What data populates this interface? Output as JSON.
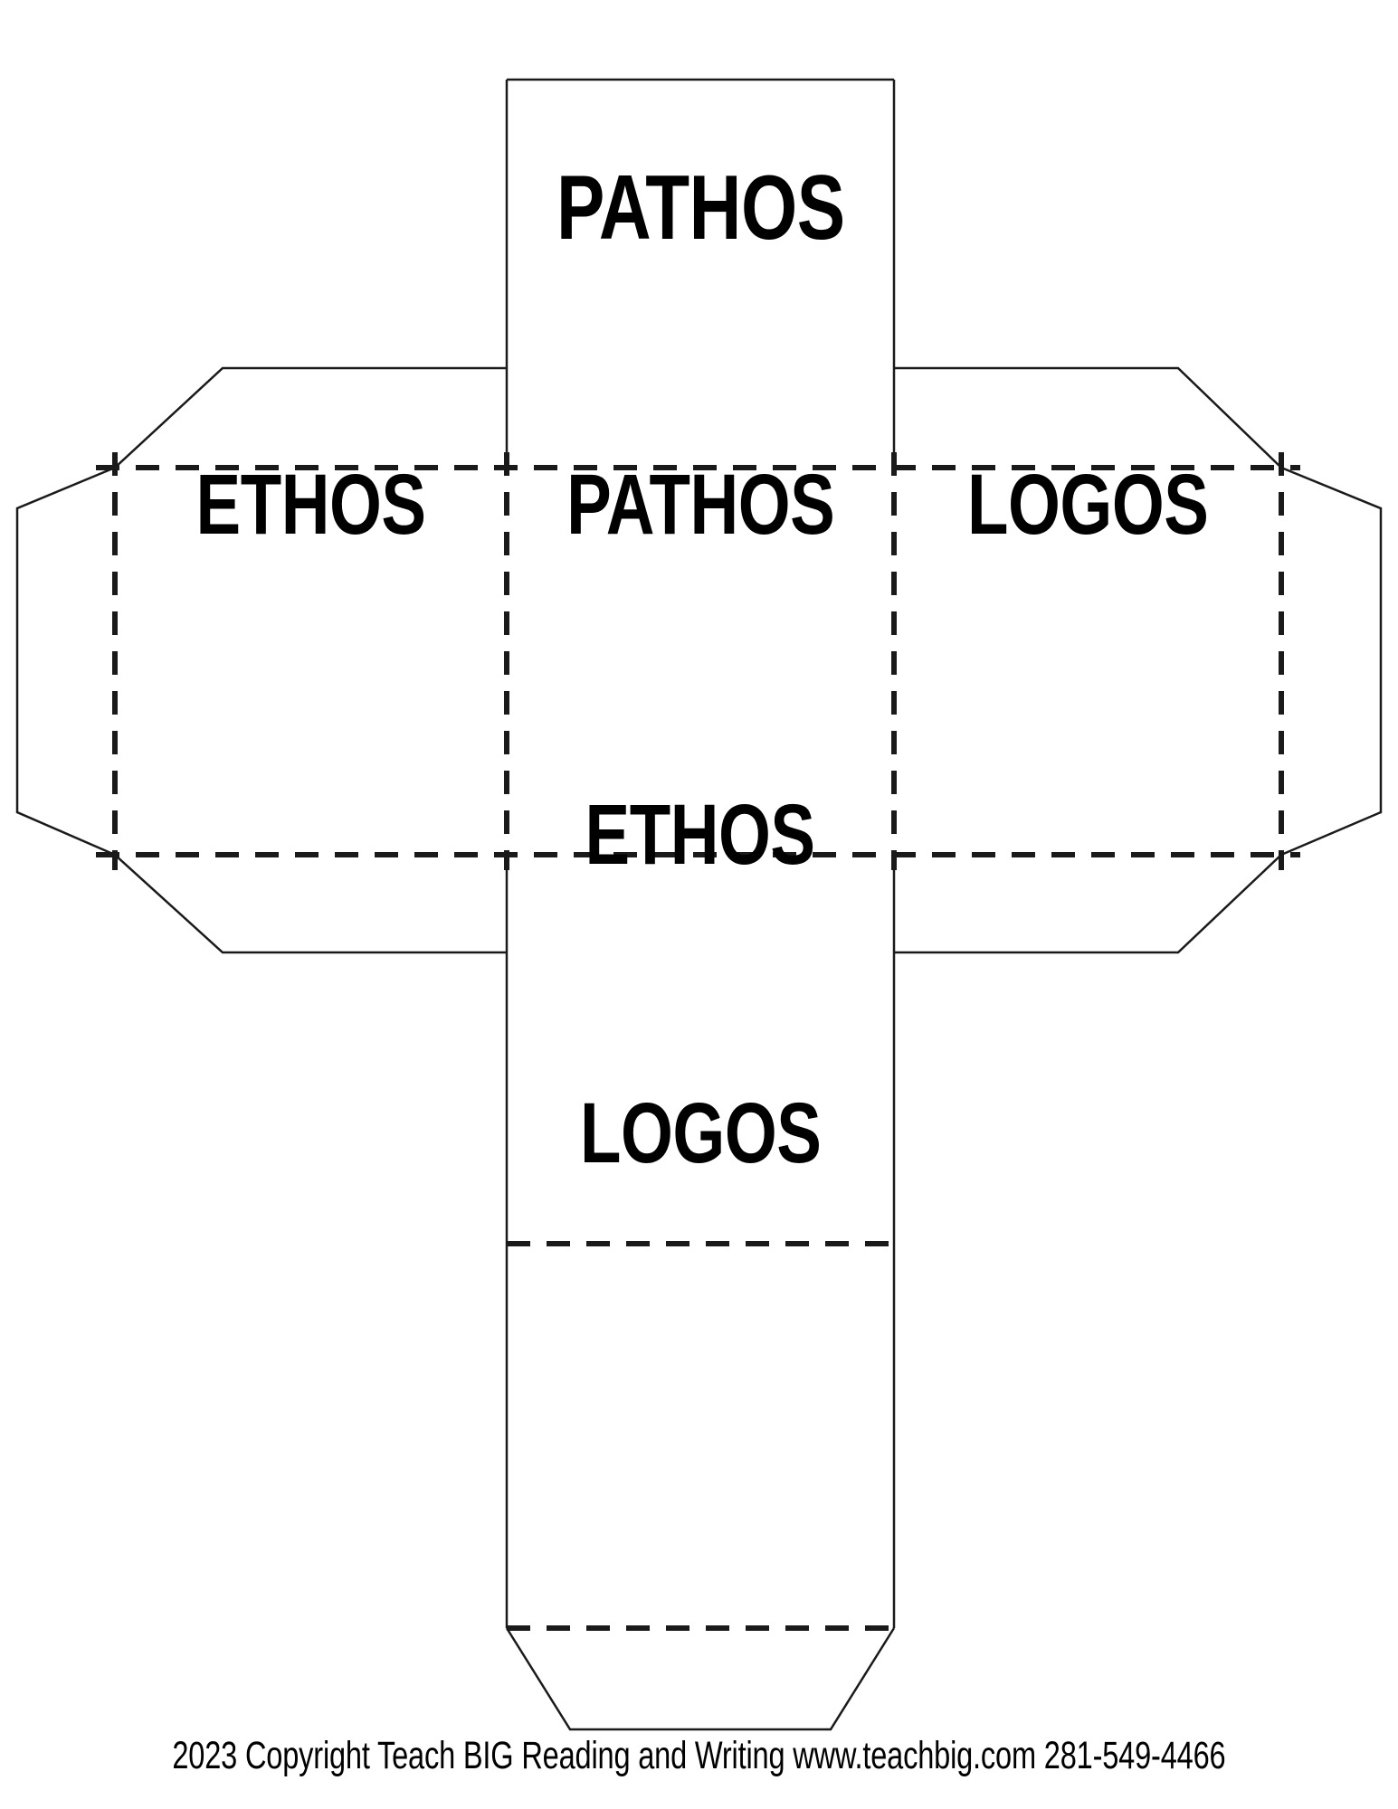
{
  "document": {
    "title": "Ethos Pathos Logos Cube Net Template",
    "page_background": "#ffffff",
    "line_color": "#1a1a1a",
    "text_color": "#000000"
  },
  "net": {
    "description": "Foldable cube (die) net with six labeled faces and four side glue flaps",
    "solid_line_style": "solid cut line",
    "dashed_line_style": "dashed fold line"
  },
  "faces": [
    {
      "id": "face-top",
      "label": "PATHOS",
      "position": "top",
      "font_size": 86
    },
    {
      "id": "face-middle-left",
      "label": "ETHOS",
      "position": "middle-left",
      "font_size": 80
    },
    {
      "id": "face-middle-center",
      "label": "PATHOS",
      "position": "middle-center",
      "font_size": 80
    },
    {
      "id": "face-middle-right",
      "label": "LOGOS",
      "position": "middle-right",
      "font_size": 80
    },
    {
      "id": "face-lower",
      "label": "ETHOS",
      "position": "lower-center",
      "font_size": 80
    },
    {
      "id": "face-bottom",
      "label": "LOGOS",
      "position": "bottom-center",
      "font_size": 80
    }
  ],
  "flaps": [
    {
      "id": "flap-top-left",
      "position": "top-left"
    },
    {
      "id": "flap-top-right",
      "position": "top-right"
    },
    {
      "id": "flap-bottom-left",
      "position": "bottom-left"
    },
    {
      "id": "flap-bottom-right",
      "position": "bottom-right"
    },
    {
      "id": "flap-far-left",
      "position": "far-left"
    },
    {
      "id": "flap-far-right",
      "position": "far-right"
    },
    {
      "id": "flap-tab-bottom",
      "position": "bottom-tab"
    }
  ],
  "footer": {
    "credit": "2023 Copyright Teach BIG Reading and Writing www.teachbig.com 281-549-4466"
  }
}
